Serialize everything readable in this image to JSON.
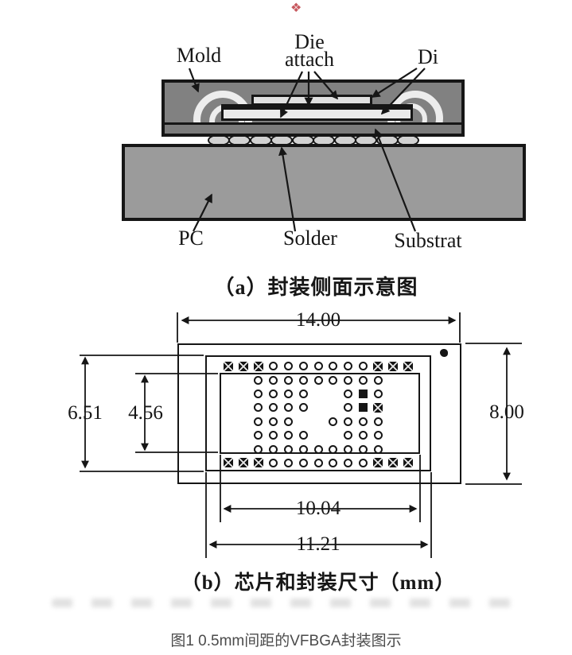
{
  "page": {
    "decoration_icon": "❖",
    "figure_caption": "图1 0.5mm间距的VFBGA封装图示",
    "colors": {
      "accent_red": "#c7595f",
      "line_black": "#161616",
      "caption_gray": "#4b4b4b"
    }
  },
  "side_view": {
    "caption": "（a）封装侧面示意图",
    "labels": {
      "mold": "Mold",
      "die_attach": [
        "Die",
        "attach"
      ],
      "die": "Di",
      "board": "PC",
      "solder": "Solder",
      "substrate": "Substrat"
    },
    "ball_count": 10,
    "colors": {
      "mold": "#818181",
      "substrate": "#7c7c7c",
      "board": "#9b9b9b",
      "die": "#e6e6e6",
      "ball": "#d2d2d2",
      "wire_arc": "#ededed"
    }
  },
  "top_view": {
    "caption": "（b）芯片和封装尺寸（mm）",
    "dimensions": {
      "package_width": "14.00",
      "package_height": "8.00",
      "ball_field_height": "6.51",
      "die_height": "4.56",
      "die_width": "10.04",
      "ball_field_width": "11.21"
    },
    "ball_grid": {
      "rows": [
        "SSSOOOOOOOSSS",
        "..OOOOOOOOO..",
        "..OOOO..OFO..",
        "..OOOO..OFS..",
        "..OOO..OOOO..",
        "..OOOO..OOO..",
        "..OOOOOOOOO..",
        "SSSOOOOOOOSSS"
      ],
      "symbols": {
        "S": "hatched-square-pad",
        "O": "open-ball-pad",
        "F": "filled-square-pad",
        ".": "empty"
      }
    }
  }
}
